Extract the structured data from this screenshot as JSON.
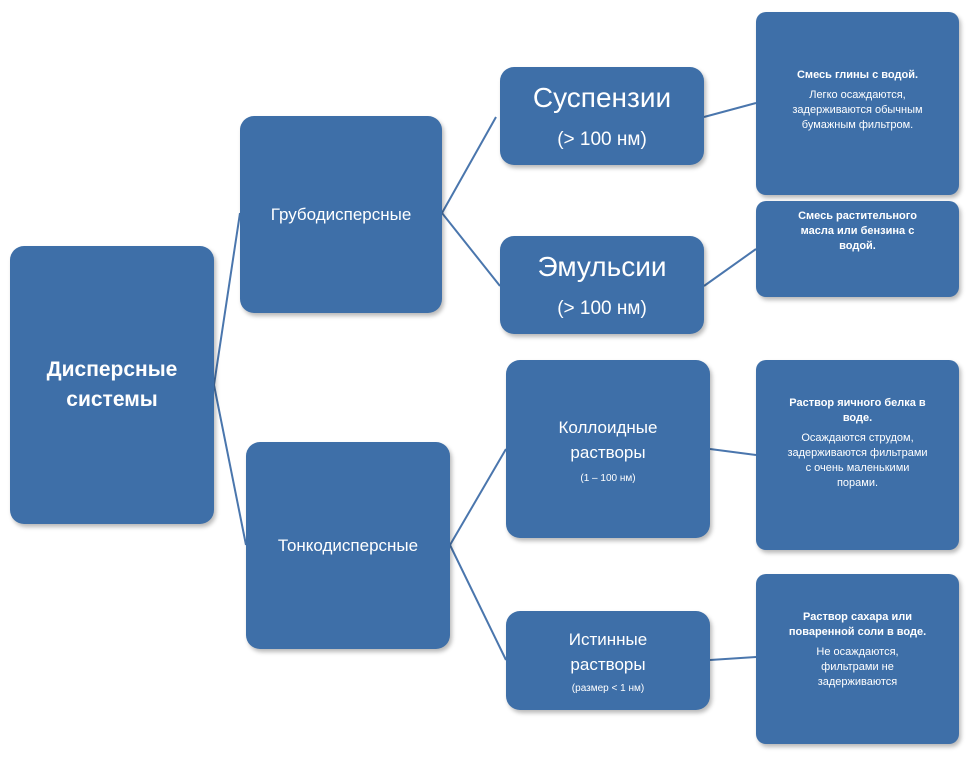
{
  "root": {
    "label": "Дисперсные\nсистемы"
  },
  "coarse": {
    "label": "Грубодисперсные"
  },
  "fine": {
    "label": "Тонкодисперсные"
  },
  "suspensions": {
    "title": "Суспензии",
    "size": "(> 100 нм)"
  },
  "emulsions": {
    "title": "Эмульсии",
    "size": "(> 100 нм)"
  },
  "colloids": {
    "title": "Коллоидные\nрастворы",
    "size": "(1 – 100 нм)"
  },
  "true_solutions": {
    "title": "Истинные\nрастворы",
    "size": "(размер < 1 нм)"
  },
  "suspensions_desc": {
    "example": "Смесь глины с водой.",
    "note": "Легко осаждаются,\nзадерживаются обычным\nбумажным фильтром."
  },
  "emulsions_desc": {
    "example": "Смесь растительного\nмасла или бензина с\nводой."
  },
  "colloids_desc": {
    "example": "Раствор яичного белка в\nводе.",
    "note": "Осаждаются струдом,\nзадерживаются фильтрами\nс очень маленькими\nпорами."
  },
  "true_solutions_desc": {
    "example": "Раствор сахара или\nповаренной соли в воде.",
    "note": "Не осаждаются,\nфильтрами не\nзадерживаются"
  },
  "colors": {
    "box": "#3e6fa8",
    "connector": "#4a76ad",
    "text": "#ffffff"
  }
}
